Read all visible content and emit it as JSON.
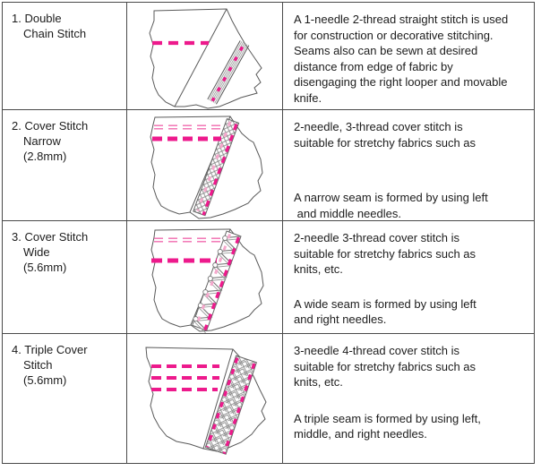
{
  "page": {
    "background": "#ffffff",
    "border_color": "#4a4a4a",
    "accent_color": "#ED1A8C",
    "accent_light": "#F06AAE",
    "serge_gray": "#8a8a8a"
  },
  "table": {
    "rows": [
      {
        "label_lines": [
          "1. Double",
          "Chain Stitch"
        ],
        "illustration": "double-chain-stitch-fabric",
        "paragraphs": [
          "A 1-needle 2-thread straight stitch is used\nfor construction or decorative stitching.\nSeams also can be sewn at desired\ndistance from edge of fabric by\ndisengaging the right looper and movable\nknife."
        ]
      },
      {
        "label_lines": [
          "2. Cover Stitch",
          "Narrow",
          "(2.8mm)"
        ],
        "illustration": "cover-stitch-narrow-fabric",
        "paragraphs": [
          "2-needle, 3-thread cover stitch is\nsuitable for stretchy fabrics such as",
          "A narrow seam is formed by using left\n and middle needles."
        ]
      },
      {
        "label_lines": [
          "3. Cover Stitch",
          "Wide",
          "(5.6mm)"
        ],
        "illustration": "cover-stitch-wide-fabric",
        "paragraphs": [
          "2-needle 3-thread cover stitch is\nsuitable for stretchy fabrics such as\nknits, etc.",
          "A wide seam is formed by using left\nand right needles."
        ]
      },
      {
        "label_lines": [
          "4. Triple Cover",
          "Stitch",
          "(5.6mm)"
        ],
        "illustration": "triple-cover-stitch-fabric",
        "paragraphs": [
          "3-needle 4-thread cover stitch is\nsuitable for stretchy fabrics such as\nknits, etc.",
          "A triple seam is formed by using left,\nmiddle, and right needles."
        ]
      }
    ]
  }
}
